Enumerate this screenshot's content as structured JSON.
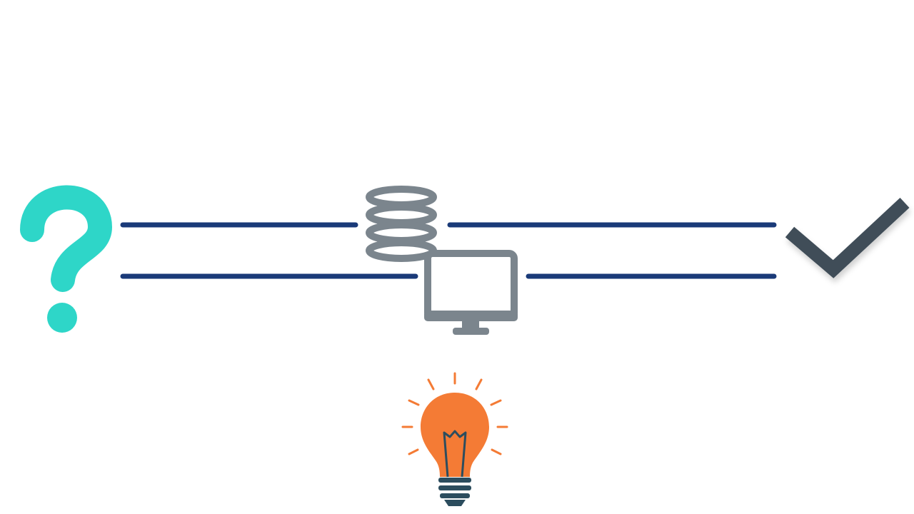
{
  "diagram": {
    "background": "#ffffff",
    "nodes": [
      {
        "id": "start",
        "icon": "question-mark-icon",
        "color": "#2ed6c8"
      },
      {
        "id": "data",
        "icon": "database-icon",
        "color": "#7b858d"
      },
      {
        "id": "computer",
        "icon": "monitor-icon",
        "color": "#7b858d"
      },
      {
        "id": "result",
        "icon": "checkmark-icon",
        "color": "#3f4d59"
      },
      {
        "id": "idea",
        "icon": "lightbulb-icon",
        "color": "#f47b35"
      }
    ],
    "connectors": {
      "color": "#1a3a78",
      "count": 4
    },
    "colors": {
      "question": "#2ed6c8",
      "device_gray": "#7b858d",
      "check": "#3f4d59",
      "line_navy": "#1a3a78",
      "bulb_orange": "#f47b35",
      "bulb_base": "#2c4d5e"
    }
  }
}
